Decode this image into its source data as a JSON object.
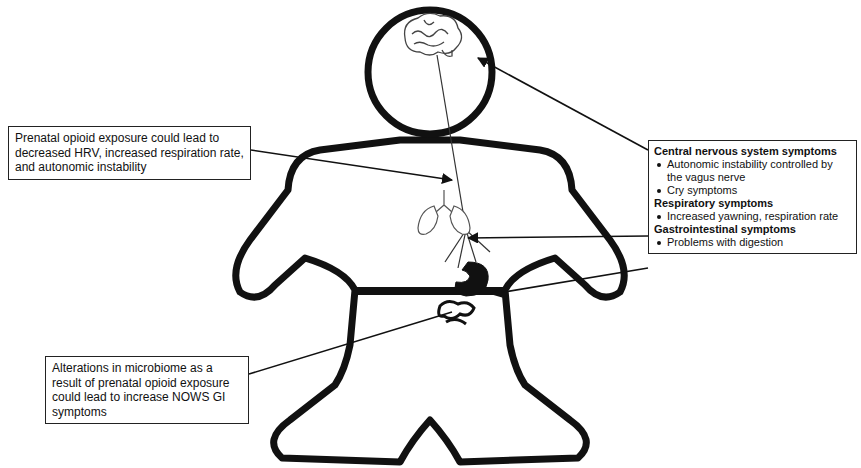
{
  "diagram": {
    "nodes": [
      {
        "text": [
          "Prenatal opioid exposure could lead to decreased HRV, increased respiration rate, and autonomic instability"
        ]
      },
      {
        "text": [
          "Alterations in microbiome as a result of prenatal opioid exposure could lead to increase NOWS GI symptoms"
        ]
      },
      {
        "text": [
          "Central nervous system symptoms",
          "Autonomic instability controlled by the vagus nerve",
          "Cry symptoms",
          "Respiratory symptoms",
          "Increased yawning, respiration rate",
          "Gastrointestinal symptoms",
          "Problems with digestion"
        ]
      }
    ]
  }
}
